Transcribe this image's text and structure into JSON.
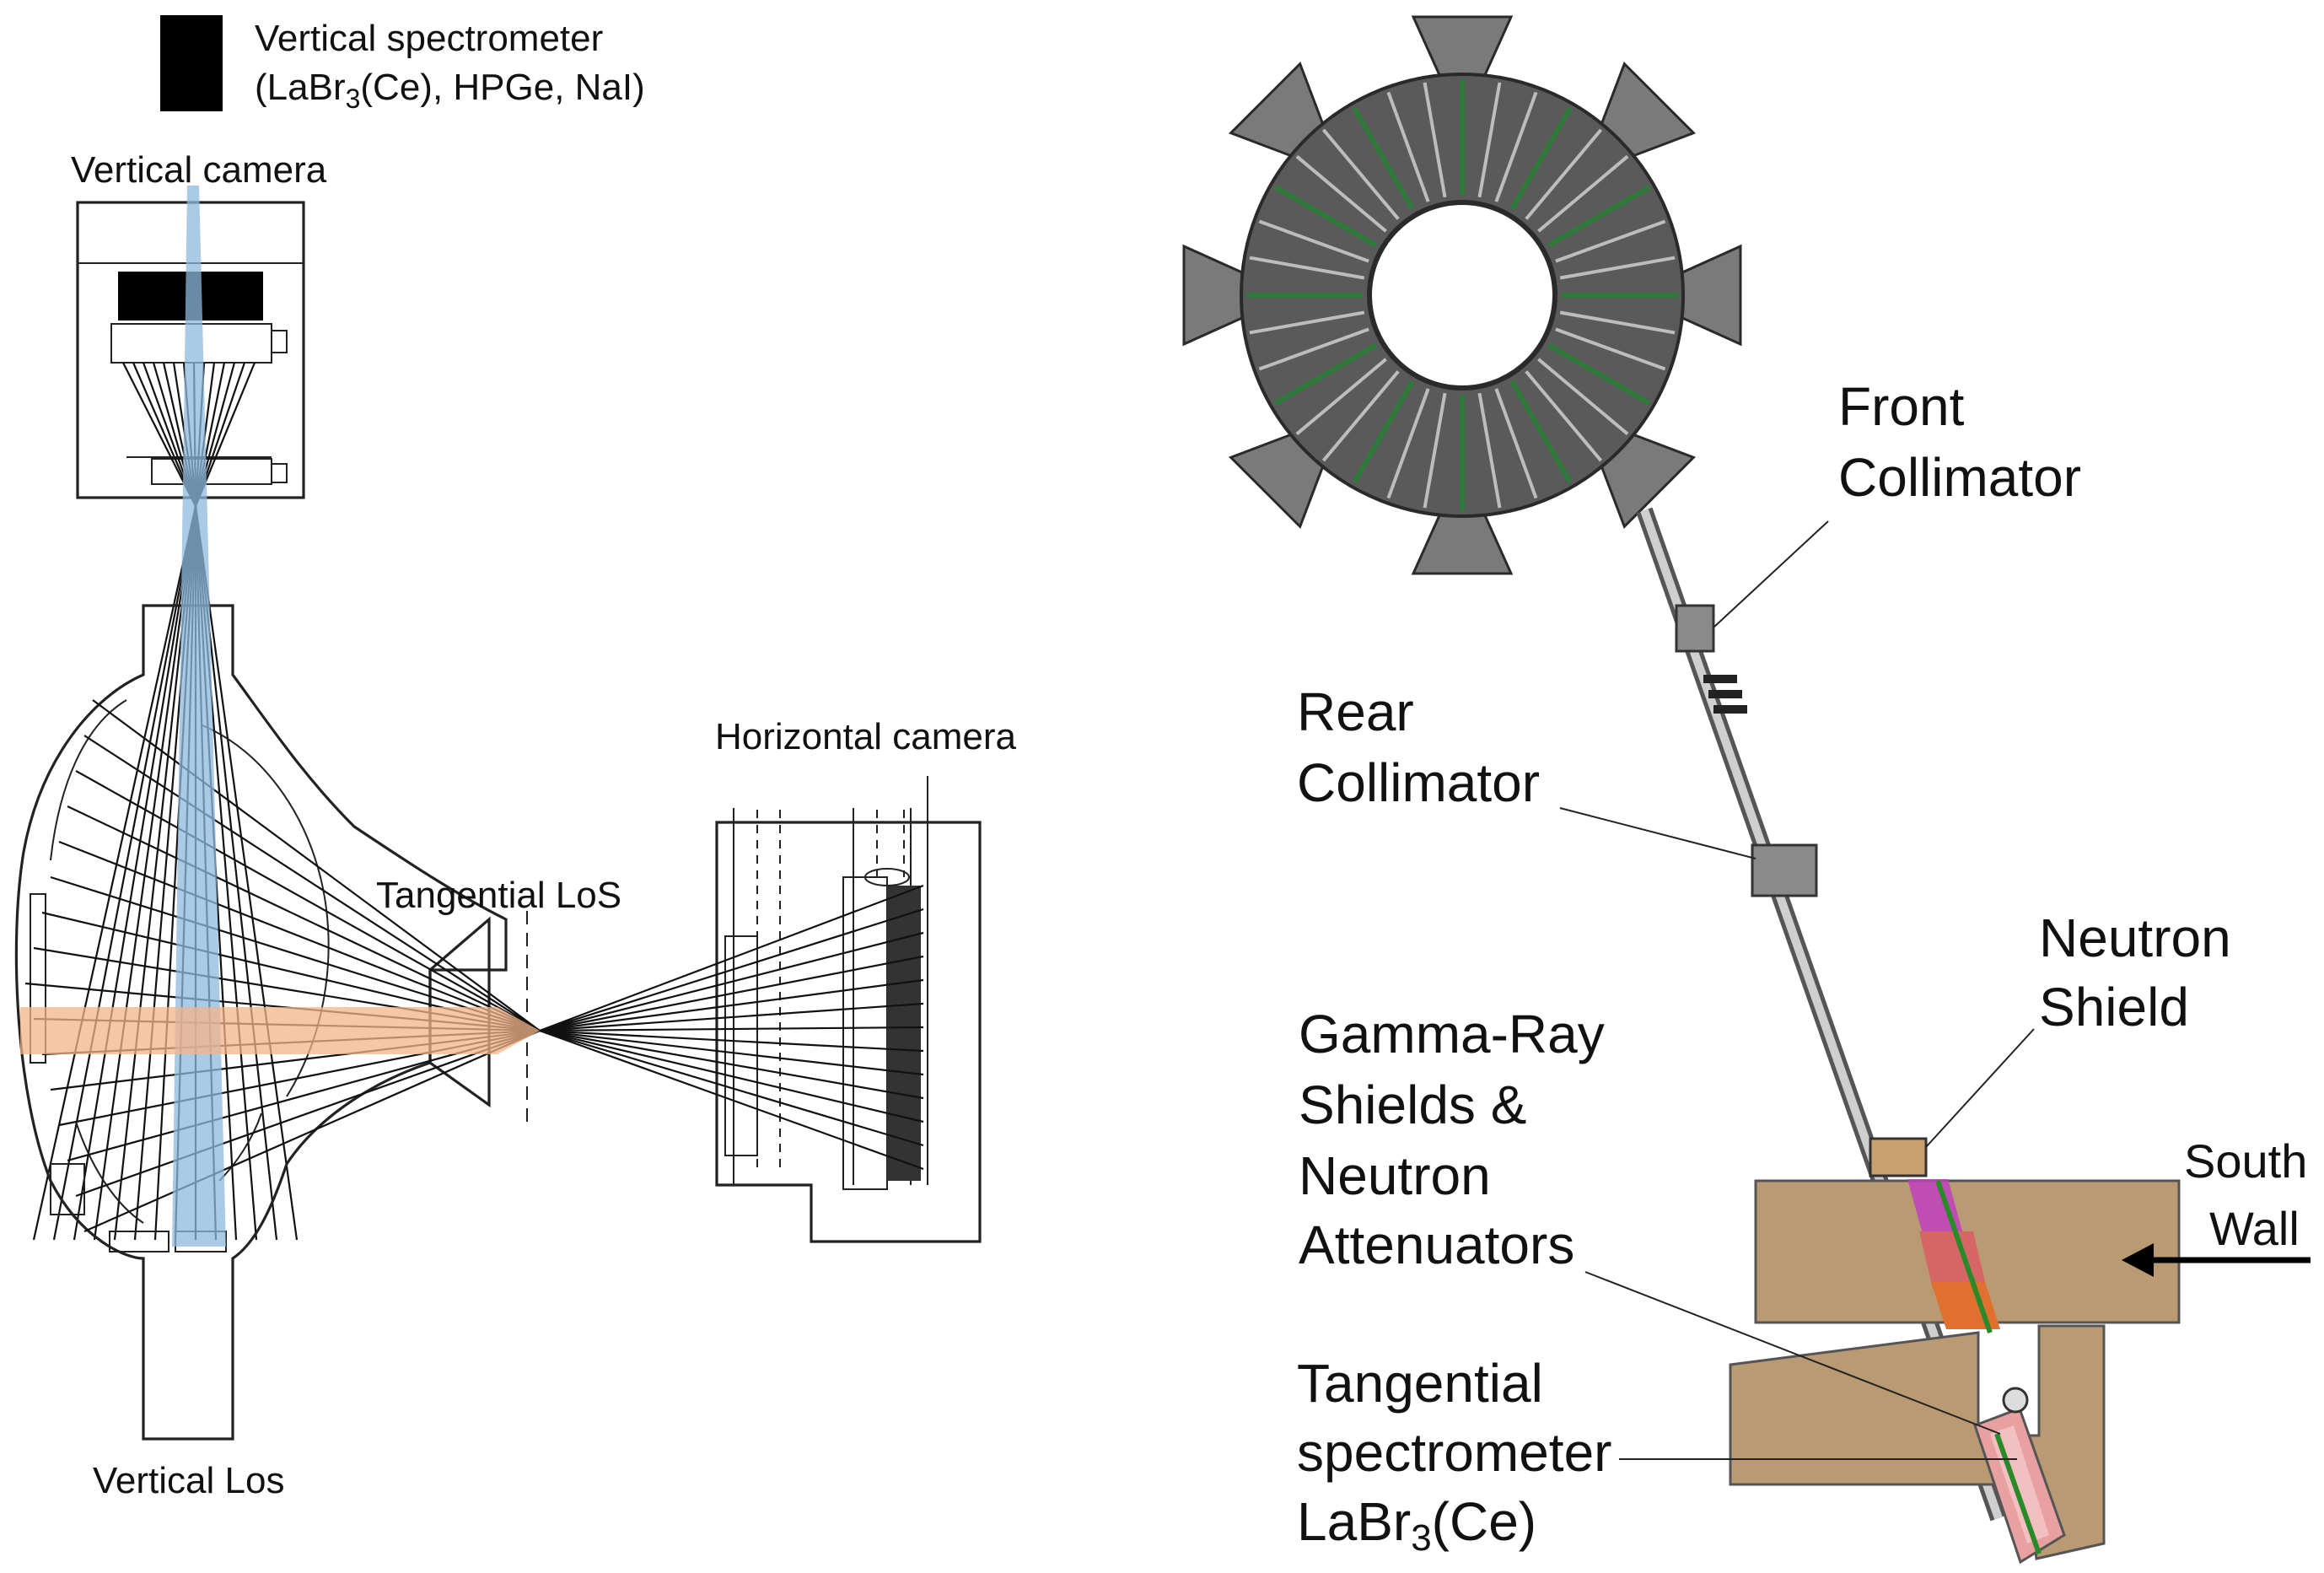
{
  "left_diagram": {
    "vertical_spectrometer_line1": "Vertical spectrometer",
    "vertical_spectrometer_line2_pre": "(LaBr",
    "vertical_spectrometer_line2_sub": "3",
    "vertical_spectrometer_line2_post": "(Ce), HPGe, NaI)",
    "vertical_camera": "Vertical camera",
    "horizontal_camera": "Horizontal camera",
    "tangential_los": "Tangential LoS",
    "vertical_los": "Vertical Los"
  },
  "right_diagram": {
    "front_collimator_line1": "Front",
    "front_collimator_line2": "Collimator",
    "rear_collimator_line1": "Rear",
    "rear_collimator_line2": "Collimator",
    "neutron_shield_line1": "Neutron",
    "neutron_shield_line2": "Shield",
    "gamma_shields_line1": "Gamma-Ray",
    "gamma_shields_line2": "Shields &",
    "gamma_shields_line3": "Neutron",
    "gamma_shields_line4": "Attenuators",
    "south_wall_line1": "South",
    "south_wall_line2": "Wall",
    "tangential_spectrometer_line1": "Tangential",
    "tangential_spectrometer_line2": "spectrometer",
    "tangential_spectrometer_line3_pre": "LaBr",
    "tangential_spectrometer_line3_sub": "3",
    "tangential_spectrometer_line3_post": "(Ce)"
  },
  "colors": {
    "vertical_beam": "#8fb8de",
    "tangential_beam": "#f3b48a",
    "wall_fill": "#b99a72",
    "tokamak_fill": "#5a5a5a"
  }
}
